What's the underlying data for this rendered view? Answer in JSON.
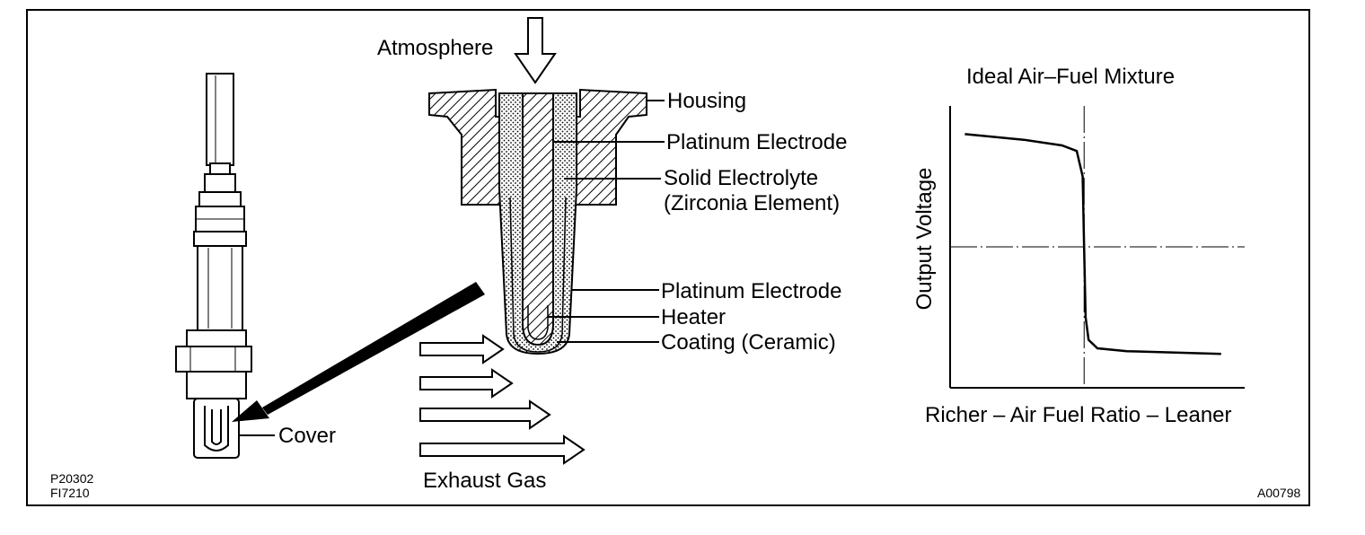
{
  "labels": {
    "atmosphere": "Atmosphere",
    "housing": "Housing",
    "platinum_electrode_outer": "Platinum Electrode",
    "solid_electrolyte": "Solid Electrolyte",
    "zirconia_element": "(Zirconia Element)",
    "platinum_electrode_inner": "Platinum Electrode",
    "heater": "Heater",
    "coating": "Coating (Ceramic)",
    "cover": "Cover",
    "exhaust_gas": "Exhaust Gas"
  },
  "codes": {
    "left_1": "P20302",
    "left_2": "FI7210",
    "right": "A00798"
  },
  "chart_data": {
    "type": "line",
    "title": "Ideal Air–Fuel Mixture",
    "xlabel": "Richer – Air Fuel Ratio – Leaner",
    "ylabel": "Output Voltage",
    "ticks": "none",
    "series": [
      {
        "points": [
          [
            0.05,
            0.9
          ],
          [
            0.25,
            0.88
          ],
          [
            0.38,
            0.86
          ],
          [
            0.43,
            0.84
          ],
          [
            0.45,
            0.75
          ],
          [
            0.455,
            0.5
          ],
          [
            0.46,
            0.25
          ],
          [
            0.47,
            0.17
          ],
          [
            0.5,
            0.14
          ],
          [
            0.6,
            0.13
          ],
          [
            0.92,
            0.12
          ]
        ]
      }
    ],
    "reference_lines": {
      "vertical_x": 0.455,
      "horizontal_y": 0.5
    },
    "xlim": [
      0,
      1
    ],
    "ylim": [
      0,
      1
    ]
  }
}
